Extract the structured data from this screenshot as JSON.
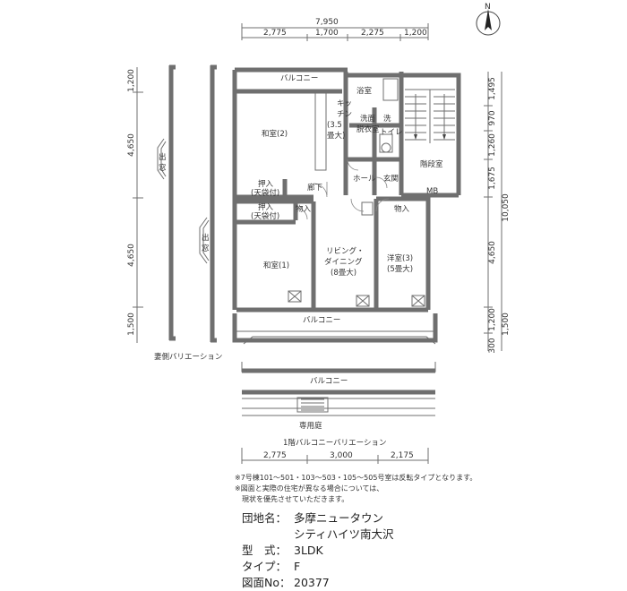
{
  "compass": {
    "north": "N"
  },
  "dims": {
    "total": "7,950",
    "top": [
      "2,775",
      "1,700",
      "2,275",
      "1,200"
    ],
    "left": [
      "1,200",
      "4,650",
      "4,650",
      "1,500"
    ],
    "right": [
      "1,495",
      "970",
      "1,260",
      "1,675",
      "4,650",
      "1,200",
      "1,500",
      "300"
    ],
    "right_total": "10,050",
    "bottom": [
      "2,775",
      "3,000",
      "2,175"
    ]
  },
  "rooms": {
    "balcony_top": "バルコニー",
    "bath": "浴室",
    "kitchen": [
      "キッ",
      "チン",
      "(3.5",
      "畳大)"
    ],
    "washroom": [
      "洗面",
      "脱衣室"
    ],
    "wash": "洗",
    "toilet": "トイレ",
    "stairs": "階段室",
    "wa2": "和室(2)",
    "oshiire_top": [
      "押入",
      "(天袋付)"
    ],
    "hall": "ホール",
    "entrance": "玄関",
    "corridor": "廊下",
    "mb": "MB",
    "oshiire_mid": [
      "押入",
      "(天袋付)"
    ],
    "storage1": "物入",
    "storage2": "物入",
    "living": [
      "リビング・",
      "ダイニング",
      "(8畳大)"
    ],
    "western": [
      "洋室(3)",
      "(5畳大)"
    ],
    "wa1": "和室(1)",
    "balcony_bottom": "バルコニー",
    "bay_window": [
      "出",
      "窓"
    ],
    "bay_window2": [
      "出",
      "窓"
    ]
  },
  "variations": {
    "side": "妻側バリエーション",
    "first_floor": "1階バルコニーバリエーション",
    "balcony": "バルコニー",
    "garden": "専用庭"
  },
  "notes": [
    "※7号棟101～501・103～503・105～505号室は反転タイプとなります。",
    "※図面と実際の住宅が異なる場合については、",
    "　現状を優先させていただきます。"
  ],
  "info": {
    "estate_label": "団地名：",
    "estate_name1": "多摩ニュータウン",
    "estate_name2": "シティハイツ南大沢",
    "layout_label": "型　式：",
    "layout_value": "3LDK",
    "type_label": "タイプ：",
    "type_value": "F",
    "plan_label": "図面No：",
    "plan_value": "20377"
  }
}
